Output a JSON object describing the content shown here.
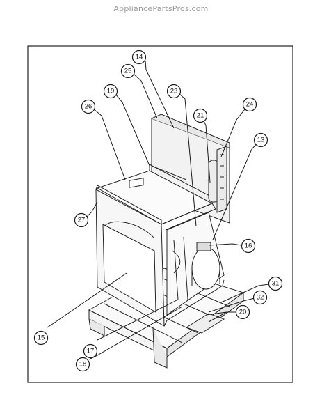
{
  "watermark": "AppliancePartsPros.com",
  "callouts": [
    {
      "label": "14"
    },
    {
      "label": "25"
    },
    {
      "label": "19"
    },
    {
      "label": "23"
    },
    {
      "label": "26"
    },
    {
      "label": "21"
    },
    {
      "label": "24"
    },
    {
      "label": "13"
    },
    {
      "label": "27"
    },
    {
      "label": "16"
    },
    {
      "label": "31"
    },
    {
      "label": "32"
    },
    {
      "label": "20"
    },
    {
      "label": "15"
    },
    {
      "label": "17"
    },
    {
      "label": "18"
    }
  ]
}
